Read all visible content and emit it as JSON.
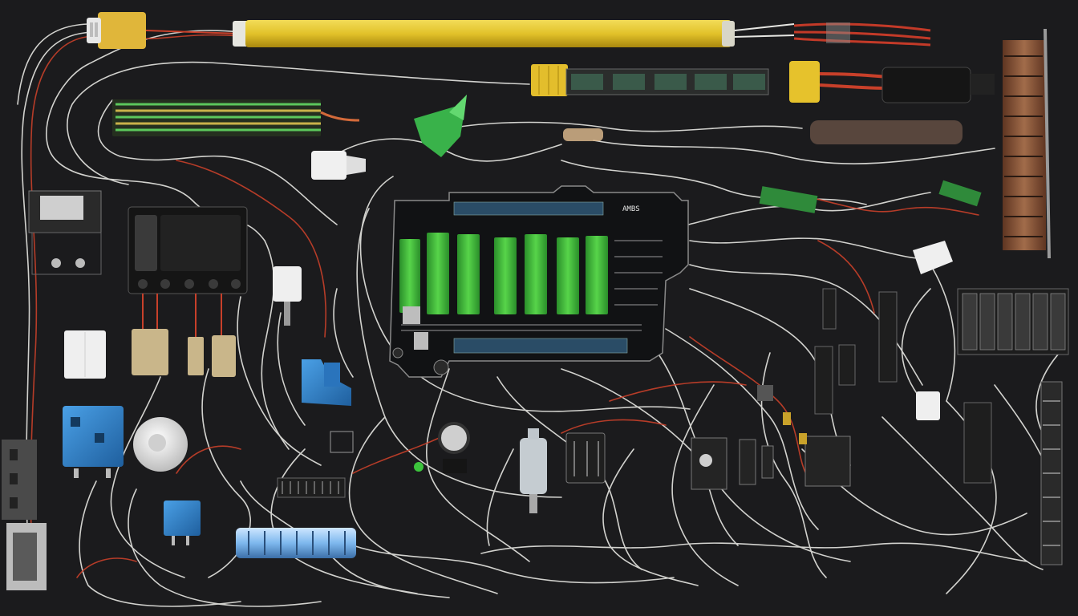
{
  "scene": {
    "background": "#1b1b1d",
    "board_label": "AMBS",
    "colors": {
      "wire_white": "#e8e8e4",
      "wire_red": "#c8402a",
      "yellow_tube": "#e2c22a",
      "pcb_green": "#3cc43c",
      "board_black": "#111214",
      "relay_blue": "#2c7cc8",
      "connector_white": "#f0f0f0"
    },
    "components": [
      "yellow-tube-resistor",
      "yellow-connector",
      "segmented-module",
      "green-lead-bundle",
      "green-funnel-part",
      "white-nozzle-part",
      "main-controller-board",
      "black-relay-box",
      "blue-relay-large",
      "blue-relay-small",
      "blue-clip-part",
      "white-switch",
      "white-toroid",
      "clear-capacitor-module",
      "vertical-header-strip",
      "right-relay-bank",
      "terminal-blocks",
      "small-ic-strip",
      "clear-connector-right",
      "white-node-right",
      "crystal-part-left"
    ]
  }
}
